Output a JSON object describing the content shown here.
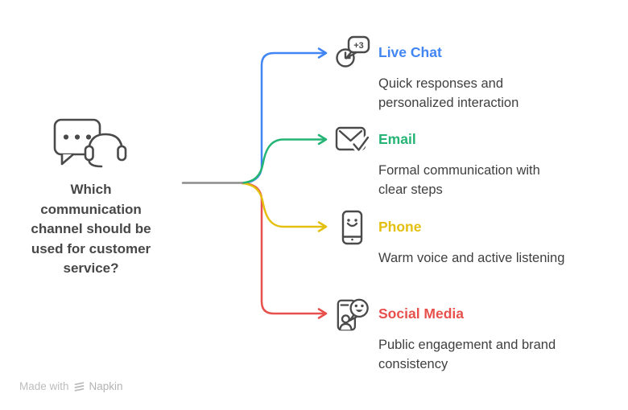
{
  "root": {
    "question": "Which\ncommunication\nchannel should be\nused for customer\nservice?",
    "icon": "chat-bubble-headset-icon"
  },
  "branches": [
    {
      "id": "live-chat",
      "label": "Live Chat",
      "description": "Quick responses and\npersonalized interaction",
      "color": "#4285f4",
      "icon": "clock-chat-bubble-icon",
      "badge": "+3"
    },
    {
      "id": "email",
      "label": "Email",
      "description": "Formal communication with\nclear steps",
      "color": "#24b474",
      "icon": "envelope-check-icon"
    },
    {
      "id": "phone",
      "label": "Phone",
      "description": "Warm voice and active listening",
      "color": "#e3c00f",
      "icon": "smartphone-smiley-icon"
    },
    {
      "id": "social-media",
      "label": "Social Media",
      "description": "Public engagement and brand\nconsistency",
      "color": "#e7504c",
      "icon": "person-speech-bubble-icon"
    }
  ],
  "trunk_color": "#8c8c8c",
  "icon_stroke_color": "#4a4a4a",
  "footer": {
    "made_with": "Made with",
    "brand": "Napkin",
    "logo": "napkin-logo-icon"
  }
}
